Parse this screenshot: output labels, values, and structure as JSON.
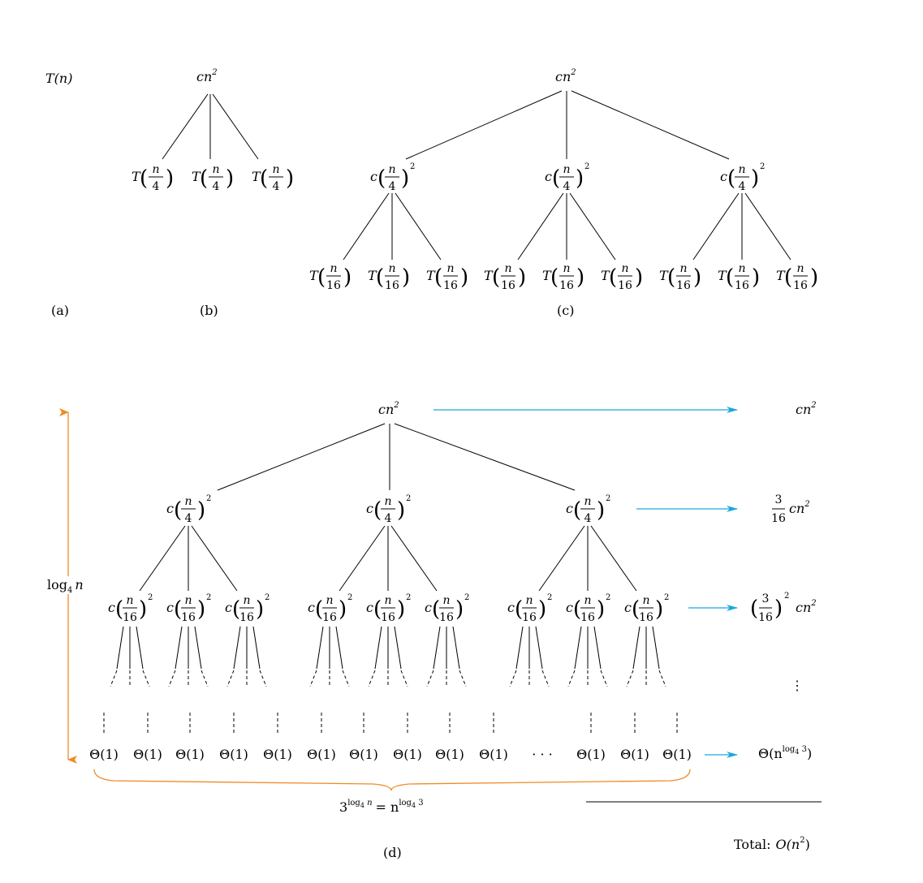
{
  "colors": {
    "accent_blue": "#1aa7df",
    "accent_orange": "#f08a24",
    "ink": "#000000"
  },
  "panel_labels": {
    "a": "(a)",
    "b": "(b)",
    "c": "(c)",
    "d": "(d)"
  },
  "text": {
    "T": "T",
    "Tn": "T(n)",
    "c": "c",
    "cn": "cn",
    "two": "2",
    "n": "n",
    "four": "4",
    "sixteen": "16",
    "three": "3",
    "log4n_base": "log",
    "log4n_sub": "4",
    "log4n_arg": "n",
    "theta1": "Θ(1)",
    "ellipsis": "· · ·",
    "vdots": "⋮",
    "level_last": "Θ(n",
    "level_last_exp": "log",
    "level_last_sub": "4",
    "level_last_exp3": " 3",
    "level_last_close": ")",
    "leaf_count_base": "3",
    "leaf_count_exp": "log",
    "leaf_count_exp_sub": "4",
    "leaf_count_exp_n": " n",
    "leaf_count_eq": "= n",
    "leaf_count_exp2": "log",
    "leaf_count_exp2_sub": "4",
    "leaf_count_exp2_3": " 3",
    "total_label": "Total:",
    "total_value": "O(n",
    "total_exp": "2",
    "total_close": ")"
  }
}
